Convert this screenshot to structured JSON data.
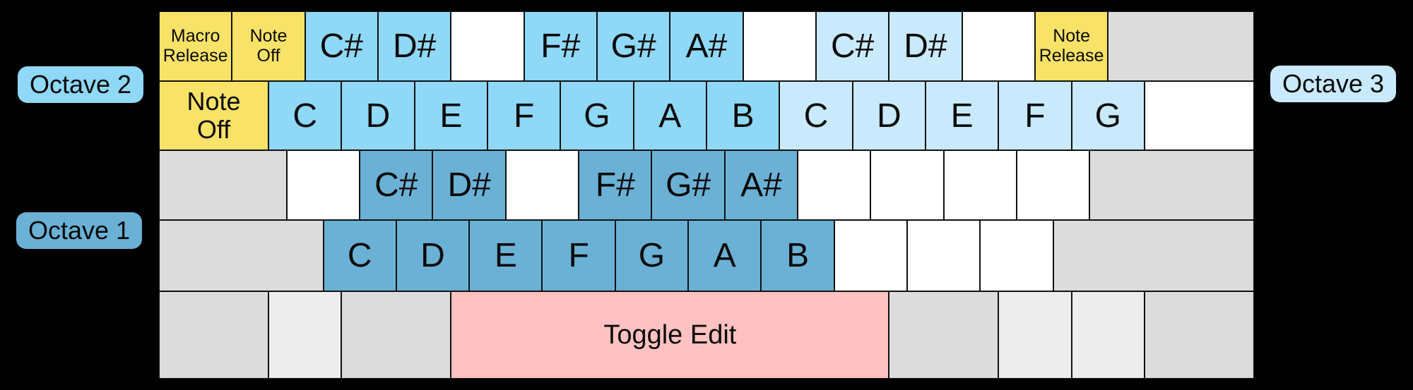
{
  "colors": {
    "background": "#000000",
    "border": "#111111",
    "text": "#0A0A0A",
    "yellow": "#F8E267",
    "o1": "#6BB1D5",
    "o2": "#8FD8F8",
    "o3": "#C9EAFC",
    "pink": "#FFC1C1",
    "gray": "#DCDCDC",
    "graylight": "#EDEDED",
    "white": "#FFFFFF"
  },
  "labels": {
    "octave2": "Octave 2",
    "octave1": "Octave 1",
    "octave3": "Octave 3"
  },
  "keyboard": {
    "rows": [
      {
        "keys": [
          {
            "label": "Macro\nRelease",
            "color": "yellow",
            "w": 1,
            "size": "small"
          },
          {
            "label": "Note\nOff",
            "color": "yellow",
            "w": 1,
            "size": "small"
          },
          {
            "label": "C#",
            "color": "o2",
            "w": 1,
            "size": "note"
          },
          {
            "label": "D#",
            "color": "o2",
            "w": 1,
            "size": "note"
          },
          {
            "label": "",
            "color": "white",
            "w": 1
          },
          {
            "label": "F#",
            "color": "o2",
            "w": 1,
            "size": "note"
          },
          {
            "label": "G#",
            "color": "o2",
            "w": 1,
            "size": "note"
          },
          {
            "label": "A#",
            "color": "o2",
            "w": 1,
            "size": "note"
          },
          {
            "label": "",
            "color": "white",
            "w": 1
          },
          {
            "label": "C#",
            "color": "o3",
            "w": 1,
            "size": "note"
          },
          {
            "label": "D#",
            "color": "o3",
            "w": 1,
            "size": "note"
          },
          {
            "label": "",
            "color": "white",
            "w": 1
          },
          {
            "label": "Note\nRelease",
            "color": "yellow",
            "w": 1,
            "size": "small"
          },
          {
            "label": "",
            "color": "gray",
            "w": 2
          }
        ]
      },
      {
        "keys": [
          {
            "label": "Note\nOff",
            "color": "yellow",
            "w": 1.5,
            "size": "med"
          },
          {
            "label": "C",
            "color": "o2",
            "w": 1,
            "size": "note"
          },
          {
            "label": "D",
            "color": "o2",
            "w": 1,
            "size": "note"
          },
          {
            "label": "E",
            "color": "o2",
            "w": 1,
            "size": "note"
          },
          {
            "label": "F",
            "color": "o2",
            "w": 1,
            "size": "note"
          },
          {
            "label": "G",
            "color": "o2",
            "w": 1,
            "size": "note"
          },
          {
            "label": "A",
            "color": "o2",
            "w": 1,
            "size": "note"
          },
          {
            "label": "B",
            "color": "o2",
            "w": 1,
            "size": "note"
          },
          {
            "label": "C",
            "color": "o3",
            "w": 1,
            "size": "note"
          },
          {
            "label": "D",
            "color": "o3",
            "w": 1,
            "size": "note"
          },
          {
            "label": "E",
            "color": "o3",
            "w": 1,
            "size": "note"
          },
          {
            "label": "F",
            "color": "o3",
            "w": 1,
            "size": "note"
          },
          {
            "label": "G",
            "color": "o3",
            "w": 1,
            "size": "note"
          },
          {
            "label": "",
            "color": "white",
            "w": 1.5
          }
        ]
      },
      {
        "keys": [
          {
            "label": "",
            "color": "gray",
            "w": 1.75
          },
          {
            "label": "",
            "color": "white",
            "w": 1
          },
          {
            "label": "C#",
            "color": "o1",
            "w": 1,
            "size": "note"
          },
          {
            "label": "D#",
            "color": "o1",
            "w": 1,
            "size": "note"
          },
          {
            "label": "",
            "color": "white",
            "w": 1
          },
          {
            "label": "F#",
            "color": "o1",
            "w": 1,
            "size": "note"
          },
          {
            "label": "G#",
            "color": "o1",
            "w": 1,
            "size": "note"
          },
          {
            "label": "A#",
            "color": "o1",
            "w": 1,
            "size": "note"
          },
          {
            "label": "",
            "color": "white",
            "w": 1
          },
          {
            "label": "",
            "color": "white",
            "w": 1
          },
          {
            "label": "",
            "color": "white",
            "w": 1
          },
          {
            "label": "",
            "color": "white",
            "w": 1
          },
          {
            "label": "",
            "color": "gray",
            "w": 2.25
          }
        ]
      },
      {
        "keys": [
          {
            "label": "",
            "color": "gray",
            "w": 2.25
          },
          {
            "label": "C",
            "color": "o1",
            "w": 1,
            "size": "note"
          },
          {
            "label": "D",
            "color": "o1",
            "w": 1,
            "size": "note"
          },
          {
            "label": "E",
            "color": "o1",
            "w": 1,
            "size": "note"
          },
          {
            "label": "F",
            "color": "o1",
            "w": 1,
            "size": "note"
          },
          {
            "label": "G",
            "color": "o1",
            "w": 1,
            "size": "note"
          },
          {
            "label": "A",
            "color": "o1",
            "w": 1,
            "size": "note"
          },
          {
            "label": "B",
            "color": "o1",
            "w": 1,
            "size": "note"
          },
          {
            "label": "",
            "color": "white",
            "w": 1
          },
          {
            "label": "",
            "color": "white",
            "w": 1
          },
          {
            "label": "",
            "color": "white",
            "w": 1
          },
          {
            "label": "",
            "color": "gray",
            "w": 2.75
          }
        ]
      },
      {
        "keys": [
          {
            "label": "",
            "color": "gray",
            "w": 1.5
          },
          {
            "label": "",
            "color": "graylight",
            "w": 1
          },
          {
            "label": "",
            "color": "gray",
            "w": 1.5
          },
          {
            "label": "Toggle Edit",
            "color": "pink",
            "w": 6,
            "size": "space"
          },
          {
            "label": "",
            "color": "gray",
            "w": 1.5
          },
          {
            "label": "",
            "color": "graylight",
            "w": 1
          },
          {
            "label": "",
            "color": "graylight",
            "w": 1
          },
          {
            "label": "",
            "color": "gray",
            "w": 1.5
          }
        ]
      }
    ]
  }
}
